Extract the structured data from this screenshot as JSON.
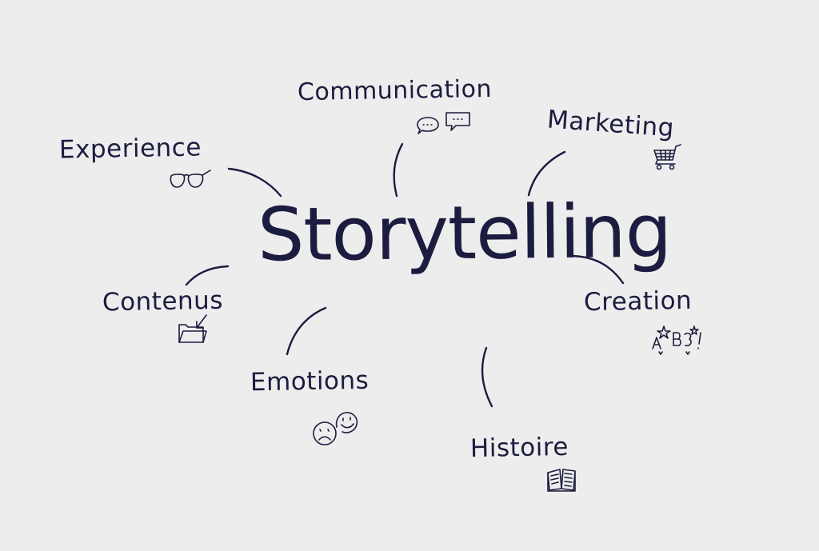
{
  "diagram": {
    "center": {
      "label": "Storytelling"
    },
    "nodes": [
      {
        "id": "communication",
        "label": "Communication",
        "icon": "speech-bubbles-icon"
      },
      {
        "id": "marketing",
        "label": "Marketing",
        "icon": "shopping-cart-icon"
      },
      {
        "id": "experience",
        "label": "Experience",
        "icon": "glasses-icon"
      },
      {
        "id": "contenus",
        "label": "Contenus",
        "icon": "folder-icon"
      },
      {
        "id": "creation",
        "label": "Creation",
        "icon": "sparkles-icon"
      },
      {
        "id": "emotions",
        "label": "Emotions",
        "icon": "faces-icon"
      },
      {
        "id": "histoire",
        "label": "Histoire",
        "icon": "open-book-icon"
      }
    ]
  },
  "colors": {
    "background": "#ededed",
    "ink": "#1c1c40"
  }
}
